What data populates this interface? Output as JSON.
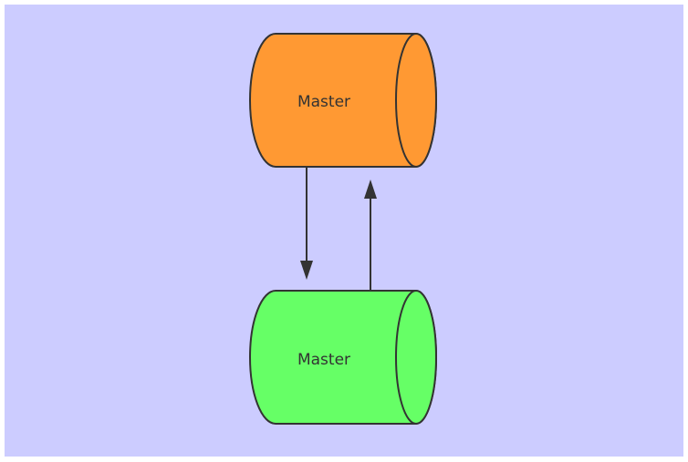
{
  "diagram": {
    "background_color": "#ccccff",
    "nodes": [
      {
        "id": "master-top",
        "label": "Master",
        "shape": "horizontal-cylinder",
        "fill_color": "#ff9933"
      },
      {
        "id": "master-bottom",
        "label": "Master",
        "shape": "horizontal-cylinder",
        "fill_color": "#66ff66"
      }
    ],
    "edges": [
      {
        "from": "master-top",
        "to": "master-bottom",
        "direction": "down"
      },
      {
        "from": "master-bottom",
        "to": "master-top",
        "direction": "up"
      }
    ],
    "stroke_color": "#333333"
  }
}
